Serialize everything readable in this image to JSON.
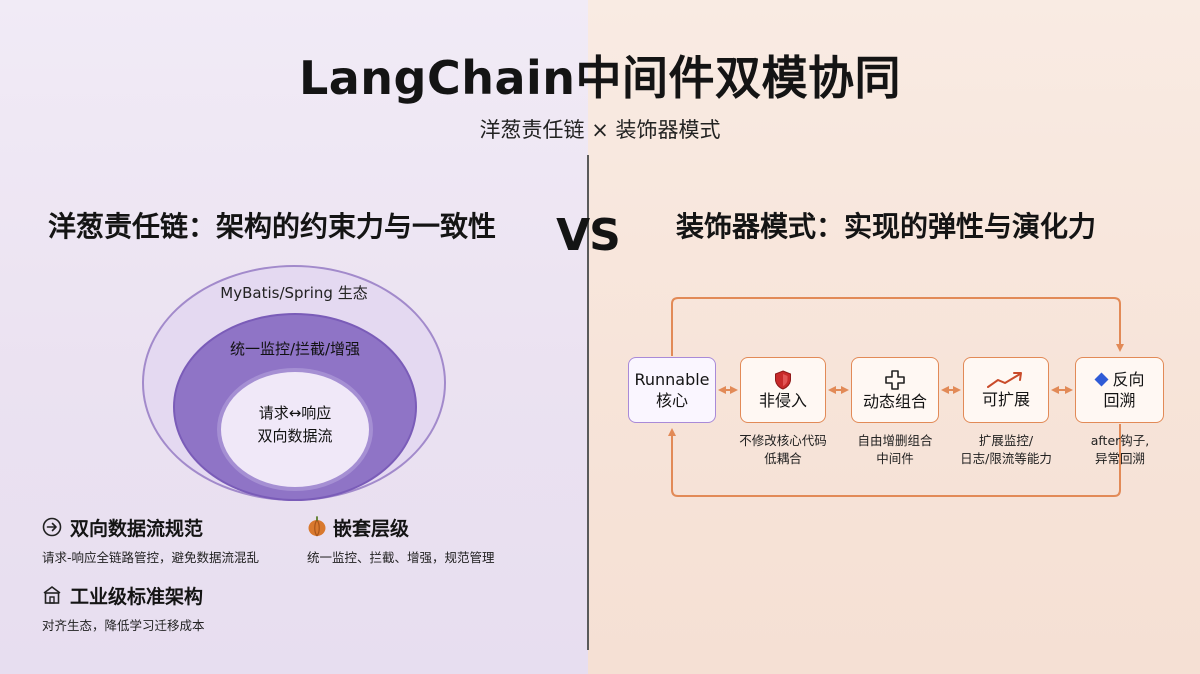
{
  "header": {
    "title": "LangChain中间件双模协同",
    "subtitle": "洋葱责任链 × 装饰器模式"
  },
  "vs_label": "VS",
  "left": {
    "title": "洋葱责任链：架构的约束力与一致性",
    "rings": {
      "outer": "MyBatis/Spring 生态",
      "middle": "统一监控/拦截/增强",
      "inner_line1": "请求↔响应",
      "inner_line2": "双向数据流"
    },
    "features": [
      {
        "icon": "arrow-circle-icon",
        "title": "双向数据流规范",
        "desc": "请求-响应全链路管控，避免数据流混乱"
      },
      {
        "icon": "onion-icon",
        "title": "嵌套层级",
        "desc": "统一监控、拦截、增强，规范管理"
      },
      {
        "icon": "building-icon",
        "title": "工业级标准架构",
        "desc": "对齐生态，降低学习迁移成本"
      }
    ]
  },
  "right": {
    "title": "装饰器模式：实现的弹性与演化力",
    "nodes": [
      {
        "line1": "Runnable",
        "line2": "核心",
        "caption1": "",
        "caption2": ""
      },
      {
        "icon": "shield-icon",
        "label": "非侵入",
        "caption1": "不修改核心代码",
        "caption2": "低耦合"
      },
      {
        "icon": "plus-icon",
        "label": "动态组合",
        "caption1": "自由增删组合",
        "caption2": "中间件"
      },
      {
        "icon": "trend-up-icon",
        "label": "可扩展",
        "caption1": "扩展监控/",
        "caption2": "日志/限流等能力"
      },
      {
        "icon": "diamond-icon",
        "line1": "反向",
        "line2": "回溯",
        "caption1": "after钩子,",
        "caption2": "异常回溯"
      }
    ]
  },
  "colors": {
    "accent_orange": "#e28a57",
    "accent_purple": "#8f74c6",
    "shield_red": "#c82a2a",
    "diamond_blue": "#2f5bd6"
  }
}
